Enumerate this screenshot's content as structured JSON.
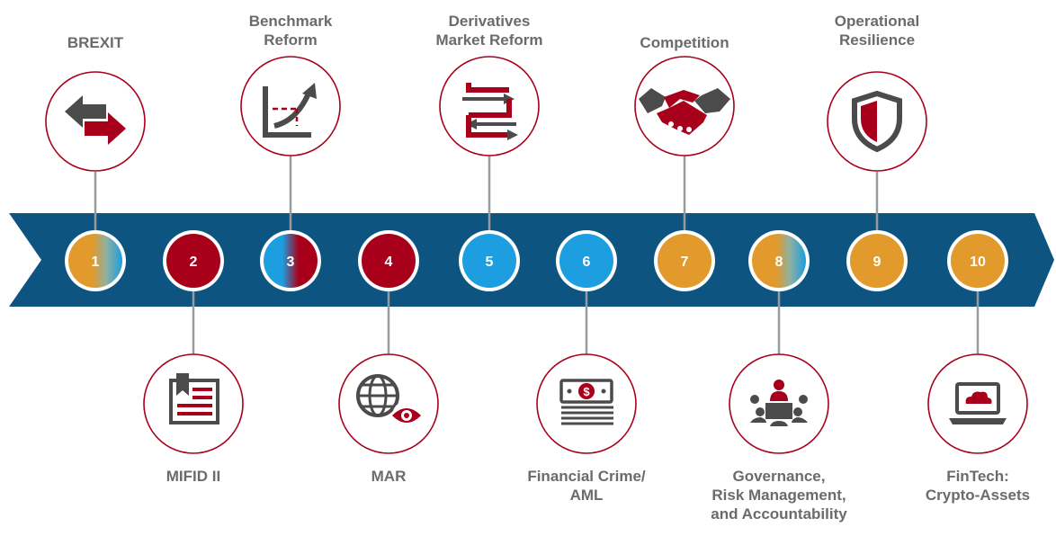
{
  "colors": {
    "arrow": "#0d5580",
    "red": "#a8001a",
    "orange": "#e19a2b",
    "blue": "#1d9ee0",
    "icon_gray": "#4b4b4b",
    "text_gray": "#6b6b6b",
    "connector": "#9a9a9a"
  },
  "timeline": {
    "milestones": [
      {
        "number": "1",
        "label_lines": [
          "BREXIT"
        ],
        "position": "top",
        "icon": "exchange-arrows-icon",
        "fill": "split-orange-blue"
      },
      {
        "number": "2",
        "label_lines": [
          "MIFID II"
        ],
        "position": "bottom",
        "icon": "document-bookmark-icon",
        "fill": "red"
      },
      {
        "number": "3",
        "label_lines": [
          "Benchmark",
          "Reform"
        ],
        "position": "top",
        "icon": "trend-chart-icon",
        "fill": "split-blue-red"
      },
      {
        "number": "4",
        "label_lines": [
          "MAR"
        ],
        "position": "bottom",
        "icon": "globe-eye-icon",
        "fill": "red"
      },
      {
        "number": "5",
        "label_lines": [
          "Derivatives",
          "Market Reform"
        ],
        "position": "top",
        "icon": "swap-arrows-icon",
        "fill": "blue"
      },
      {
        "number": "6",
        "label_lines": [
          "Financial Crime/",
          "AML"
        ],
        "position": "bottom",
        "icon": "money-stack-icon",
        "fill": "blue"
      },
      {
        "number": "7",
        "label_lines": [
          "Competition"
        ],
        "position": "top",
        "icon": "handshake-icon",
        "fill": "orange"
      },
      {
        "number": "8",
        "label_lines": [
          "Governance,",
          "Risk Management,",
          "and Accountability"
        ],
        "position": "bottom",
        "icon": "meeting-table-icon",
        "fill": "split-orange-blue"
      },
      {
        "number": "9",
        "label_lines": [
          "Operational",
          "Resilience"
        ],
        "position": "top",
        "icon": "shield-icon",
        "fill": "orange"
      },
      {
        "number": "10",
        "label_lines": [
          "FinTech:",
          "Crypto-Assets"
        ],
        "position": "bottom",
        "icon": "laptop-cloud-icon",
        "fill": "orange"
      }
    ]
  }
}
